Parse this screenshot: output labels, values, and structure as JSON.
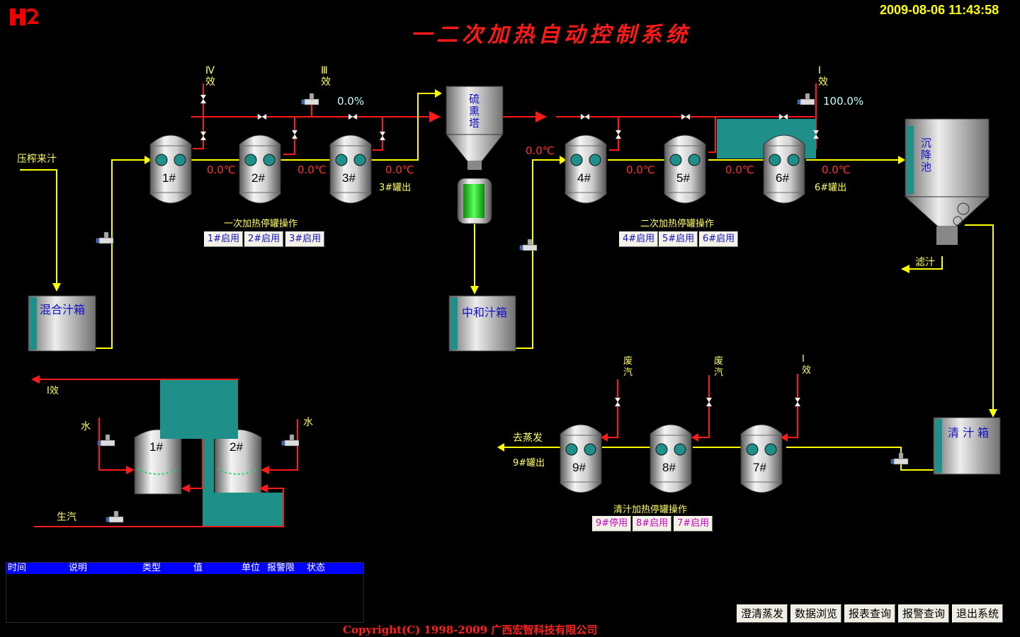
{
  "header": {
    "title": "一二次加热自动控制系统",
    "clock": "2009-08-06 11:43:58"
  },
  "first_heating": {
    "vessels": [
      "1#",
      "2#",
      "3#"
    ],
    "temps": [
      "0.0℃",
      "0.0℃",
      "0.0℃"
    ],
    "section_label": "一次加热停罐操作",
    "buttons": [
      "1#启用",
      "2#启用",
      "3#启用"
    ],
    "outlet_label": "3#罐出",
    "effect_iv": "Ⅳ效",
    "effect_iii": "Ⅲ效",
    "valve_pct": "0.0%",
    "inlet_label": "压榨来汁"
  },
  "second_heating": {
    "vessels": [
      "4#",
      "5#",
      "6#"
    ],
    "temps": [
      "0.0℃",
      "0.0℃",
      "0.0℃"
    ],
    "inlet_temp": "0.0℃",
    "section_label": "二次加热停罐操作",
    "buttons": [
      "4#启用",
      "5#启用",
      "6#启用"
    ],
    "outlet_label": "6#罐出",
    "effect_i": "Ⅰ效",
    "valve_pct": "100.0%"
  },
  "clear_heating": {
    "vessels": [
      "9#",
      "8#",
      "7#"
    ],
    "section_label": "清汁加热停罐操作",
    "buttons": [
      "9#停用",
      "8#启用",
      "7#启用"
    ],
    "outlet_label": "9#罐出",
    "to_evap": "去蒸发",
    "steam_9": "废汽",
    "steam_8": "废汽",
    "steam_7": "Ⅰ效"
  },
  "tanks": {
    "mix": "混合汁箱",
    "neutral": "中和汁箱",
    "clear": "清 汁 箱",
    "sulfur": "硫熏塔",
    "settler": "沉降池",
    "filtrate": "滤汁"
  },
  "bottom_left": {
    "vessels": [
      "1#",
      "2#"
    ],
    "water_left": "水",
    "water_right": "水",
    "effect": "Ⅰ效",
    "raw_steam": "生汽"
  },
  "alarm_table": {
    "columns": [
      "时间",
      "说明",
      "类型",
      "值",
      "单位",
      "报警限",
      "状态"
    ]
  },
  "nav": [
    "澄清蒸发",
    "数据浏览",
    "报表查询",
    "报警查询",
    "退出系统"
  ],
  "footer": {
    "copyright": "Copyright(C) 1998-2009 广西宏智科技有限公司"
  },
  "colors": {
    "steam": "#ff1a1a",
    "juice": "#ffff00",
    "tank_accent": "#1f8f8a",
    "background": "#000000"
  }
}
